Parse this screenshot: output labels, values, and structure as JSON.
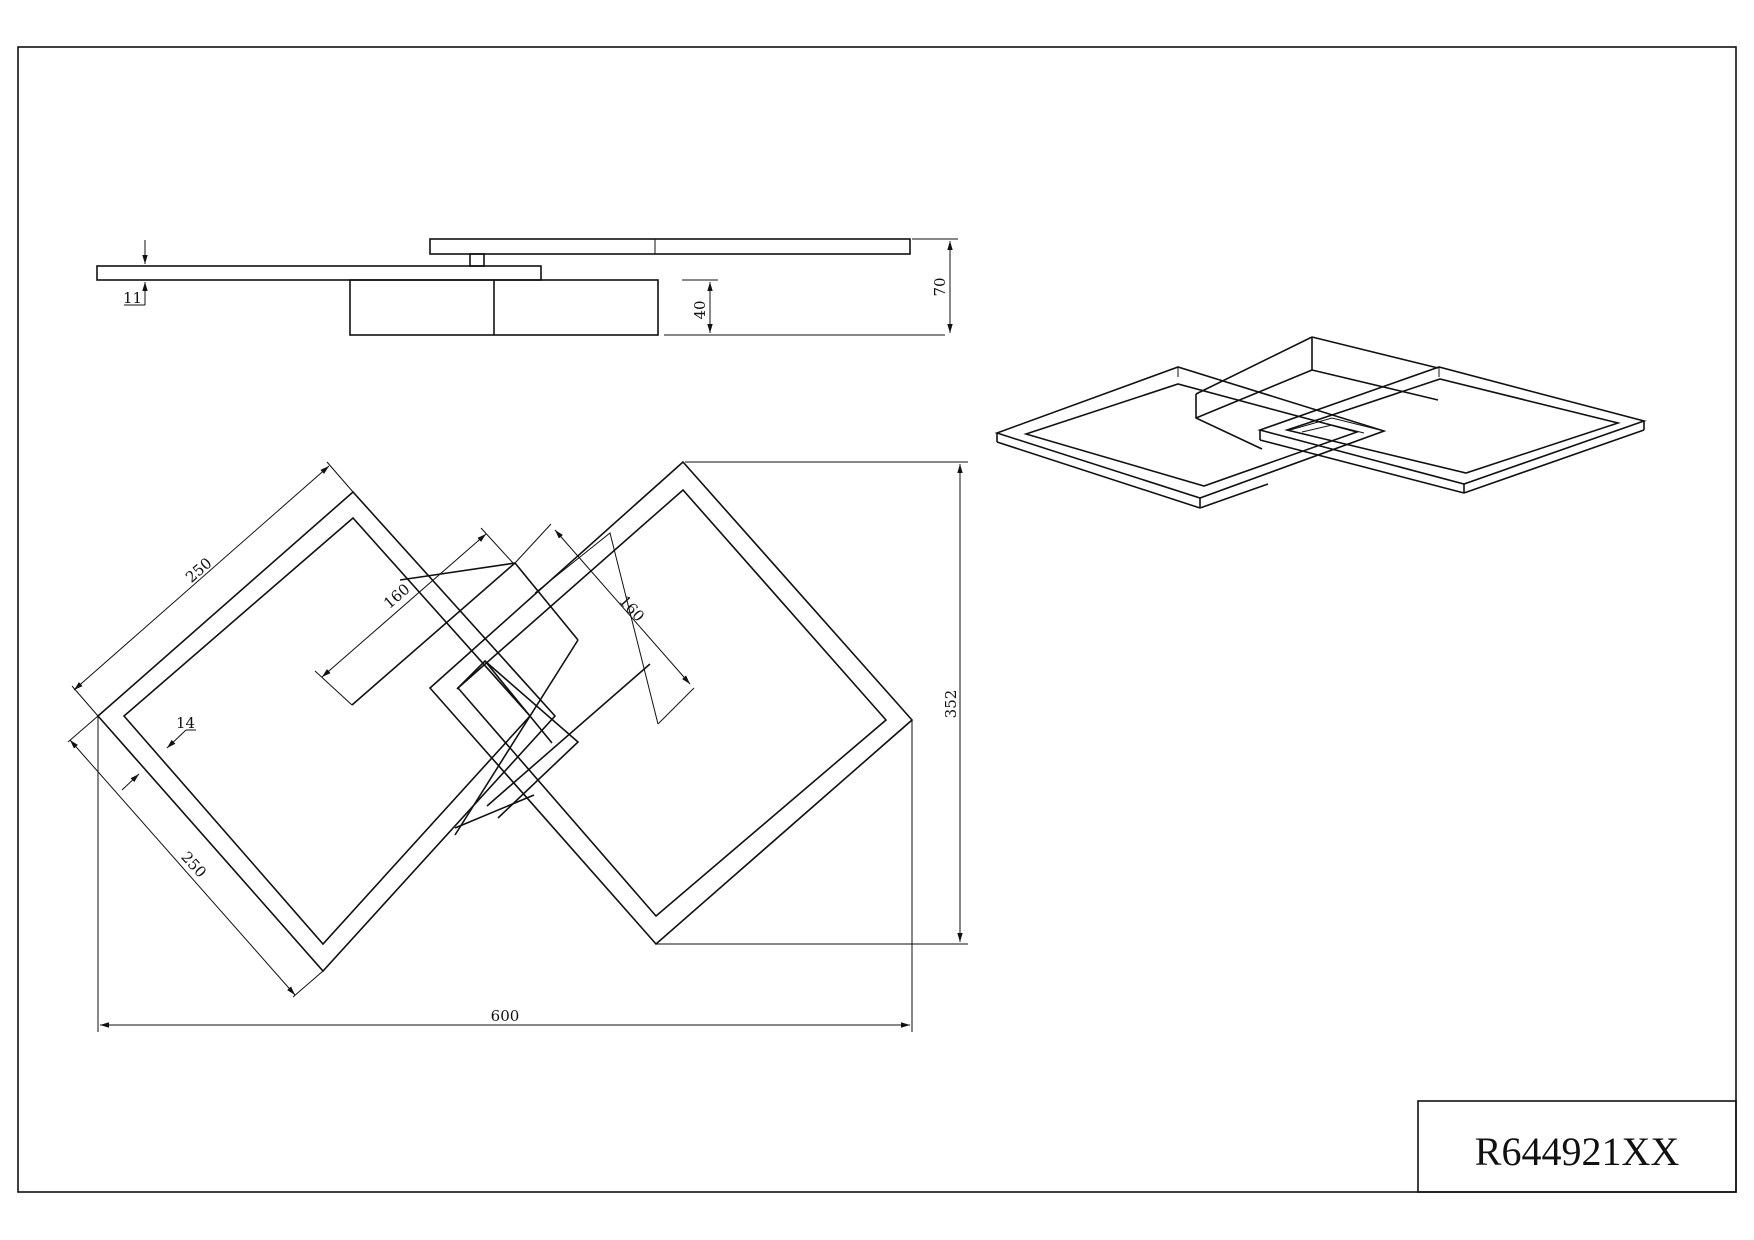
{
  "model_code": "R644921XX",
  "side_view": {
    "dims": {
      "plate_thickness": "11",
      "canopy_height": "40",
      "total_height": "70"
    }
  },
  "top_view": {
    "dims": {
      "frame_side_upper": "250",
      "frame_side_lower": "250",
      "inner_length_left": "160",
      "inner_length_right": "160",
      "frame_width": "14",
      "total_depth": "352",
      "total_width": "600"
    }
  }
}
